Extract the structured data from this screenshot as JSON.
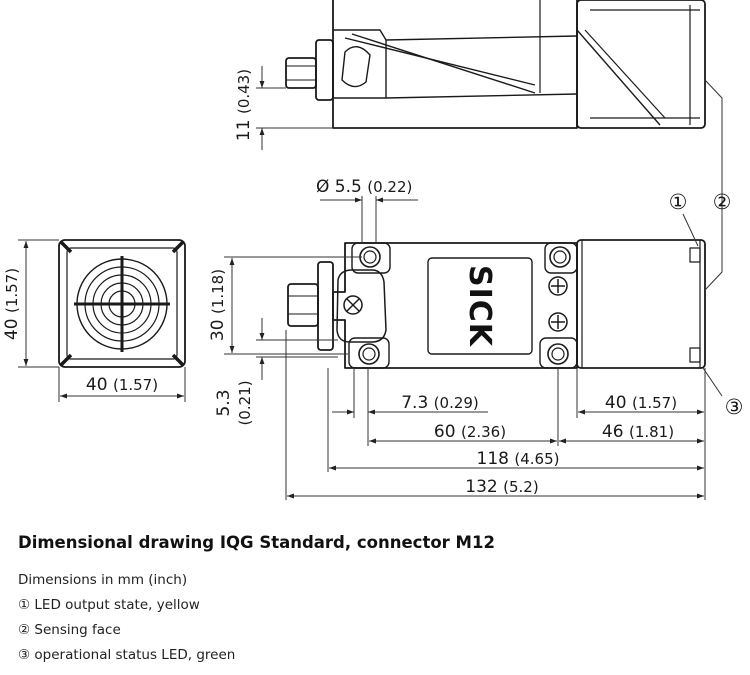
{
  "dimensions": {
    "d_5_5": {
      "mm": "Ø 5.5",
      "inch": "(0.22)"
    },
    "d_11": {
      "mm": "11",
      "inch": "(0.43)"
    },
    "d_40_left": {
      "mm": "40",
      "inch": "(1.57)"
    },
    "d_40_bottom": {
      "mm": "40",
      "inch": "(1.57)"
    },
    "d_30": {
      "mm": "30",
      "inch": "(1.18)"
    },
    "d_5_3": {
      "mm": "5.3",
      "inch": "(0.21)"
    },
    "d_7_3": {
      "mm": "7.3",
      "inch": "(0.29)"
    },
    "d_40_right": {
      "mm": "40",
      "inch": "(1.57)"
    },
    "d_60": {
      "mm": "60",
      "inch": "(2.36)"
    },
    "d_46": {
      "mm": "46",
      "inch": "(1.81)"
    },
    "d_118": {
      "mm": "118",
      "inch": "(4.65)"
    },
    "d_132": {
      "mm": "132",
      "inch": "(5.2)"
    }
  },
  "callouts": {
    "c1": "①",
    "c2": "②",
    "c3": "③"
  },
  "brand_label": "SICK",
  "caption": {
    "title": "Dimensional drawing IQG Standard, connector M12",
    "units_note": "Dimensions in mm (inch)",
    "legend": [
      "① LED output state, yellow",
      "② Sensing face",
      "③ operational status LED, green"
    ]
  }
}
